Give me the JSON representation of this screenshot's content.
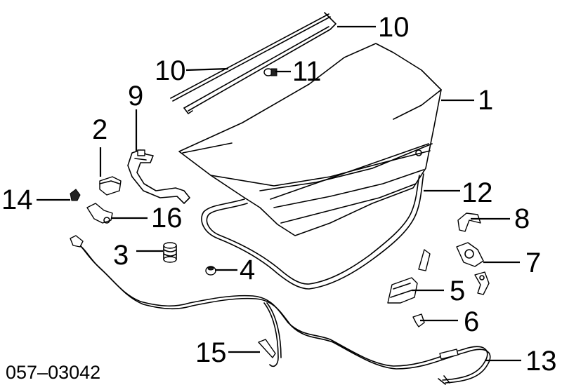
{
  "diagram_code": "057–03042",
  "callouts": [
    {
      "id": "callout-1",
      "number": "1"
    },
    {
      "id": "callout-2",
      "number": "2"
    },
    {
      "id": "callout-3",
      "number": "3"
    },
    {
      "id": "callout-4",
      "number": "4"
    },
    {
      "id": "callout-5",
      "number": "5"
    },
    {
      "id": "callout-6",
      "number": "6"
    },
    {
      "id": "callout-7",
      "number": "7"
    },
    {
      "id": "callout-8",
      "number": "8"
    },
    {
      "id": "callout-9",
      "number": "9"
    },
    {
      "id": "callout-10-upper",
      "number": "10"
    },
    {
      "id": "callout-10-lower",
      "number": "10"
    },
    {
      "id": "callout-11",
      "number": "11"
    },
    {
      "id": "callout-12",
      "number": "12"
    },
    {
      "id": "callout-13",
      "number": "13"
    },
    {
      "id": "callout-14",
      "number": "14"
    },
    {
      "id": "callout-15",
      "number": "15"
    },
    {
      "id": "callout-16",
      "number": "16"
    }
  ],
  "colors": {
    "line": "#000000",
    "background": "#ffffff"
  }
}
